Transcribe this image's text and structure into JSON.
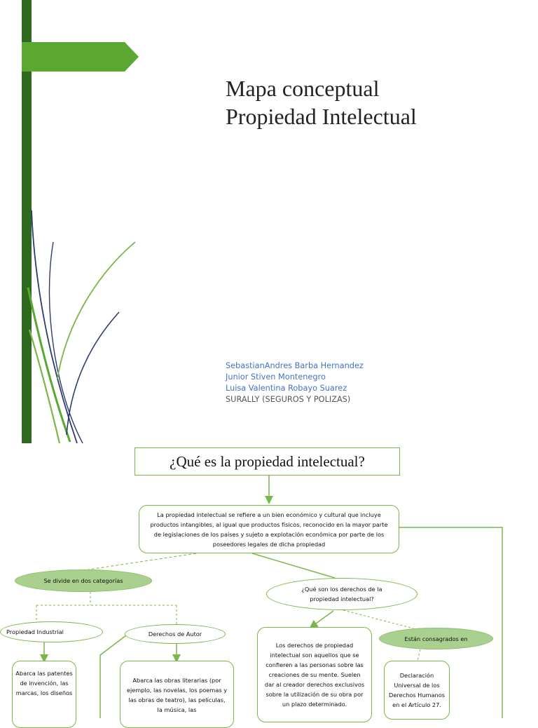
{
  "title": {
    "line1": "Mapa conceptual",
    "line2": "Propiedad Intelectual"
  },
  "authors": [
    "SebastianAndres Barba Hernandez",
    "Junior Stiven Montenegro",
    "Luisa Valentina Robayo Suarez"
  ],
  "company": "SURALLY (SEGUROS Y POLIZAS)",
  "colors": {
    "dark_green": "#2e6a1e",
    "bright_green": "#5aa832",
    "connector": "#7ab648",
    "ellipse_fill": "#a9d08e",
    "author_blue": "#4472c4"
  },
  "diagram": {
    "question": "¿Qué es la propiedad intelectual?",
    "definition": "La propiedad intelectual se refiere a un bien económico y cultural que incluye productos intangibles, al igual que productos físicos, reconocido en la mayor parte de legislaciones de los países y sujeto a explotación económica por parte de los poseedores legales de dicha propiedad",
    "divide": "Se divide en dos categorías",
    "industrial": "Propiedad Industrial",
    "autor": "Derechos de Autor",
    "derechos_q": "¿Qué son los derechos de la propiedad intelectual?",
    "consagrados": "Están consagrados en",
    "industrial_desc": "Abarca las patentes de invención, las marcas, los diseños",
    "autor_desc": "Abarca las obras literarias (por ejemplo, las novelas, los poemas y las obras de teatro), las películas, la música, las",
    "derechos_desc": "Los derechos de propiedad intelectual son aquellos que se confieren a las personas sobre las creaciones de su mente. Suelen dar al creador derechos exclusivos sobre la utilización de su obra por un plazo determinado.",
    "declaracion": "Declaración Universal de los Derechos Humanos en el Artículo 27."
  }
}
